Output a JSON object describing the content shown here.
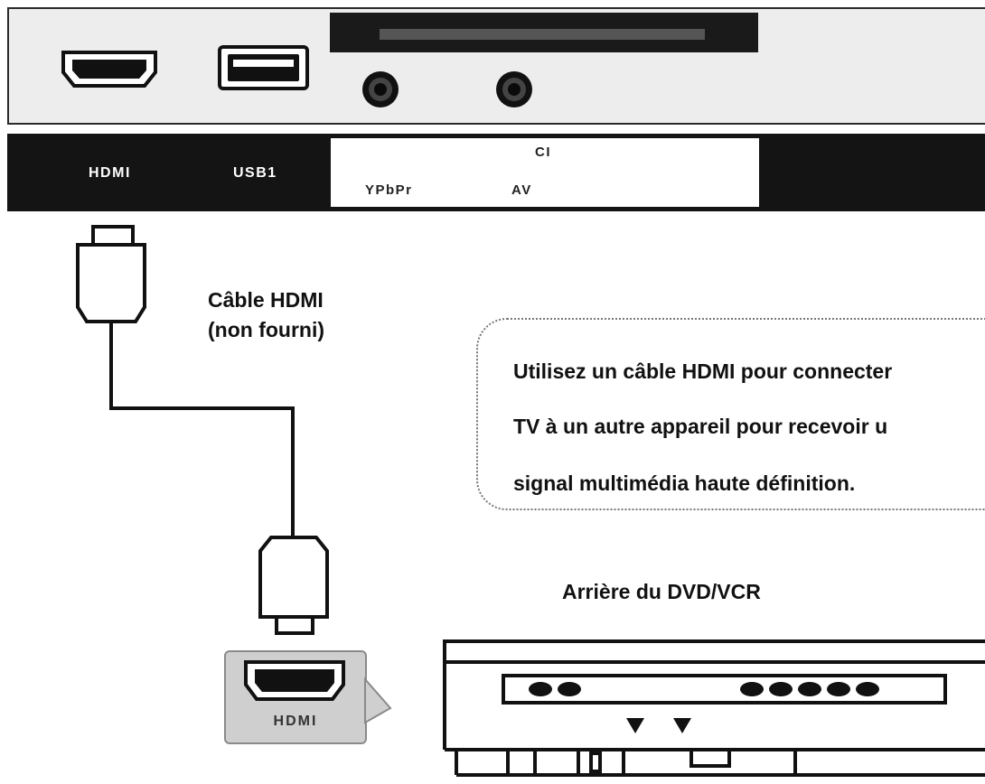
{
  "tv_panel": {
    "ports": {
      "hdmi": "HDMI",
      "usb": "USB1",
      "ci": "CI",
      "ypbpr": "YPbPr",
      "av": "AV"
    }
  },
  "cable": {
    "name": "Câble HDMI",
    "note": "(non fourni)"
  },
  "info": {
    "lines": [
      "Utilisez un câble HDMI pour connecter",
      "TV à un autre appareil pour recevoir u",
      "signal multimédia haute définition."
    ]
  },
  "device": {
    "title": "Arrière du DVD/VCR",
    "port_label": "HDMI"
  },
  "colors": {
    "band": "#141414",
    "panel": "#ededed",
    "tile": "#cfcfcf",
    "line": "#111111"
  },
  "icons": [
    "hdmi-port-icon",
    "usb-port-icon",
    "audio-jack-icon",
    "ci-slot-icon",
    "hdmi-plug-icon",
    "triangle-marker-icon"
  ]
}
